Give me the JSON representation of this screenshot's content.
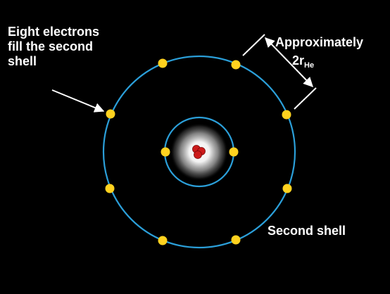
{
  "diagram": {
    "labels": {
      "eight_electrons": [
        "Eight electrons",
        "fill the second",
        "shell"
      ],
      "approximately": "Approximately",
      "radius_main": "2r",
      "radius_sub": "He",
      "second_shell": "Second shell"
    },
    "colors": {
      "background": "#000000",
      "orbit": "#2b9fd9",
      "electron": "#ffd21f",
      "nucleus": "#cc1b1b",
      "text": "#ffffff",
      "glow": "#ffffff"
    },
    "inner_shell_electrons": 2,
    "outer_shell_electrons": 8
  }
}
